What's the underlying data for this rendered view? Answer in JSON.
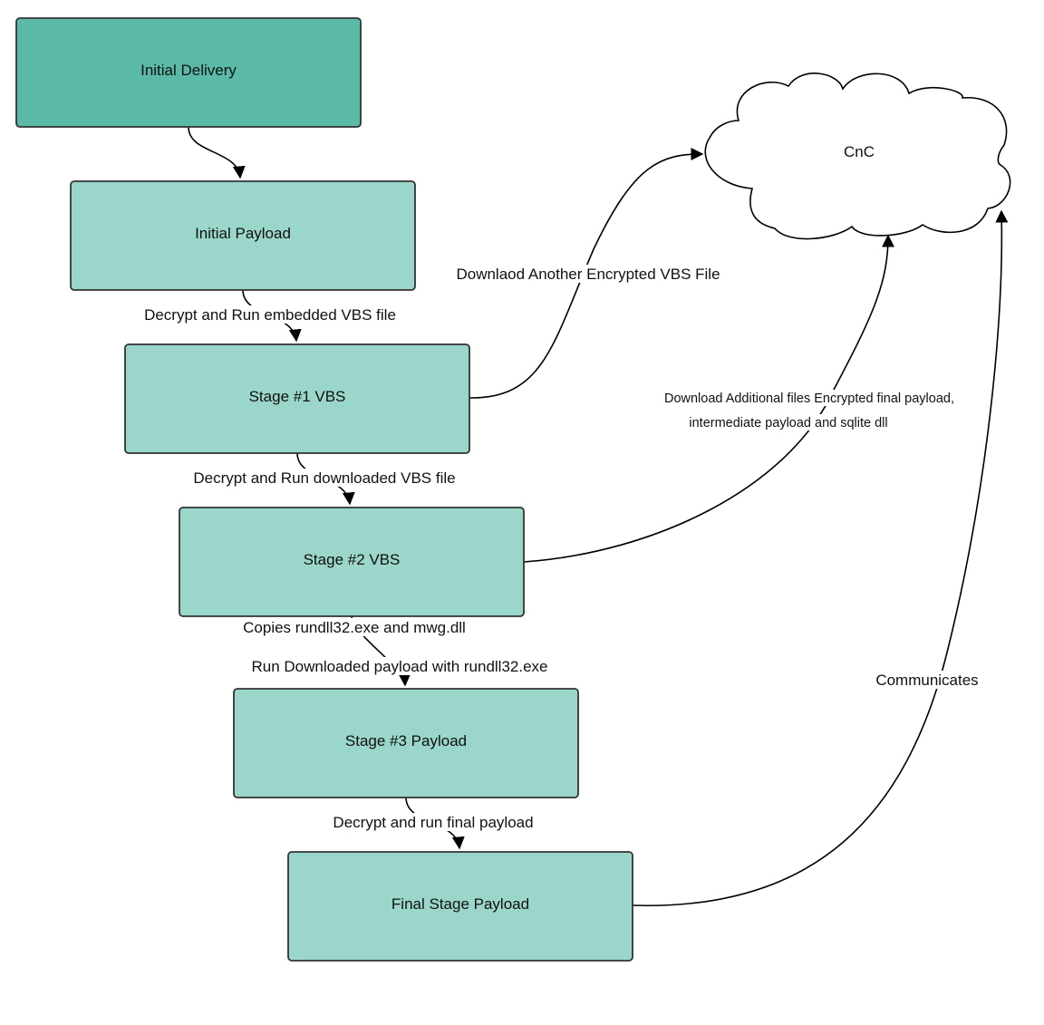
{
  "colors": {
    "delivery_fill": "#5bbaa7",
    "stage_fill": "#9ad6ca",
    "box_stroke": "#333333",
    "cloud_fill": "#ffffff",
    "line": "#000000"
  },
  "nodes": {
    "initial_delivery": "Initial Delivery",
    "initial_payload": "Initial Payload",
    "stage1": "Stage #1 VBS",
    "stage2": "Stage #2 VBS",
    "stage3": "Stage #3 Payload",
    "final": "Final Stage Payload",
    "cnc": "CnC"
  },
  "edges": {
    "decrypt_embedded": "Decrypt and Run embedded VBS file",
    "decrypt_downloaded": "Decrypt and Run downloaded VBS file",
    "copies": "Copies rundll32.exe and mwg.dll",
    "run_downloaded": "Run Downloaded payload with rundll32.exe",
    "decrypt_final": "Decrypt and run final payload",
    "download_another": "Downlaod Another Encrypted VBS File",
    "download_additional_line1": "Download Additional files Encrypted final payload,",
    "download_additional_line2": "intermediate payload and sqlite dll",
    "communicates": "Communicates"
  }
}
